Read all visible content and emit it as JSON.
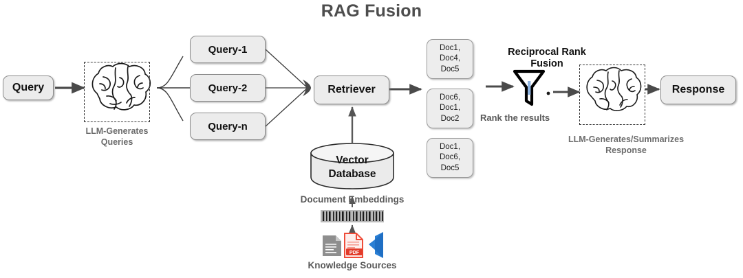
{
  "diagram": {
    "title": "RAG Fusion",
    "title_color": "#4d4d4d",
    "background": "#ffffff",
    "node_fill": "#ececec",
    "node_stroke": "#8c8c8c",
    "arrow_color": "#4a4a4a",
    "caption_color": "#6b6b6b",
    "accent_pdf": "#e8503a",
    "accent_vscode": "#2a7fd4",
    "accent_funnel_inner": "#8fb4e0"
  },
  "nodes": {
    "query": {
      "label": "Query"
    },
    "retriever": {
      "label": "Retriever"
    },
    "response": {
      "label": "Response"
    },
    "vector_database": {
      "line1": "Vector",
      "line2": "Database"
    }
  },
  "generated_queries": [
    {
      "label": "Query-1"
    },
    {
      "label": "Query-2"
    },
    {
      "label": "Query-n"
    }
  ],
  "doc_results": [
    {
      "lines": [
        "Doc1,",
        "Doc4,",
        "Doc5"
      ]
    },
    {
      "lines": [
        "Doc6,",
        "Doc1,",
        "Doc2"
      ]
    },
    {
      "lines": [
        "Doc1,",
        "Doc6,",
        "Doc5"
      ]
    }
  ],
  "captions": {
    "llm_generates_queries_line1": "LLM-Generates",
    "llm_generates_queries_line2": "Queries",
    "llm_summarizes_line1": "LLM-Generates/Summarizes",
    "llm_summarizes_line2": "Response",
    "document_embeddings": "Document Embeddings",
    "knowledge_sources": "Knowledge Sources",
    "rank_the_results": "Rank the results"
  },
  "fusion": {
    "label_line1": "Reciprocal Rank",
    "label_line2": "Fusion",
    "icon": "funnel-icon"
  },
  "knowledge_source_icons": [
    {
      "name": "text-document-icon"
    },
    {
      "name": "pdf-document-icon"
    },
    {
      "name": "vscode-icon"
    }
  ],
  "icons": {
    "brain": "brain-icon",
    "database": "database-cylinder-icon",
    "embeddings": "barcode-embeddings-icon"
  }
}
